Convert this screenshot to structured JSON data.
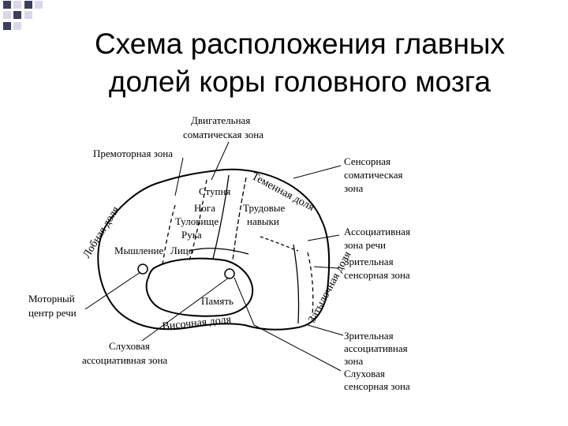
{
  "slide": {
    "title_line1": "Схема расположения главных",
    "title_line2": "долей коры головного мозга"
  },
  "labels": {
    "motor_somatic_1": "Двигательная",
    "motor_somatic_2": "соматическая зона",
    "premotor": "Премоторная зона",
    "sensory_1": "Сенсорная",
    "sensory_2": "соматическая",
    "sensory_3": "зона",
    "parietal_lobe": "Теменная доля",
    "foot": "Ступня",
    "leg": "Нога",
    "trunk": "Туловище",
    "hand": "Рука",
    "face": "Лицо",
    "labor_skills_1": "Трудовые",
    "labor_skills_2": "навыки",
    "thinking": "Мышление",
    "frontal_lobe": "Лобная доля",
    "assoc_speech_1": "Ассоциативная",
    "assoc_speech_2": "зона речи",
    "visual_sensory_1": "Зрительная",
    "visual_sensory_2": "сенсорная зона",
    "occipital_lobe": "Затылочная доля",
    "motor_speech_1": "Моторный",
    "motor_speech_2": "центр речи",
    "memory": "Память",
    "temporal_lobe": "Височная доля",
    "auditory_assoc_1": "Слуховая",
    "auditory_assoc_2": "ассоциативная зона",
    "visual_assoc_1": "Зрительная",
    "visual_assoc_2": "ассоциативная",
    "visual_assoc_3": "зона",
    "auditory_sensory_1": "Слуховая",
    "auditory_sensory_2": "сенсорная зона"
  },
  "colors": {
    "bullet_dark": "#3d3d5c",
    "bullet_light": "#d8d8e8",
    "ink": "#000000"
  }
}
